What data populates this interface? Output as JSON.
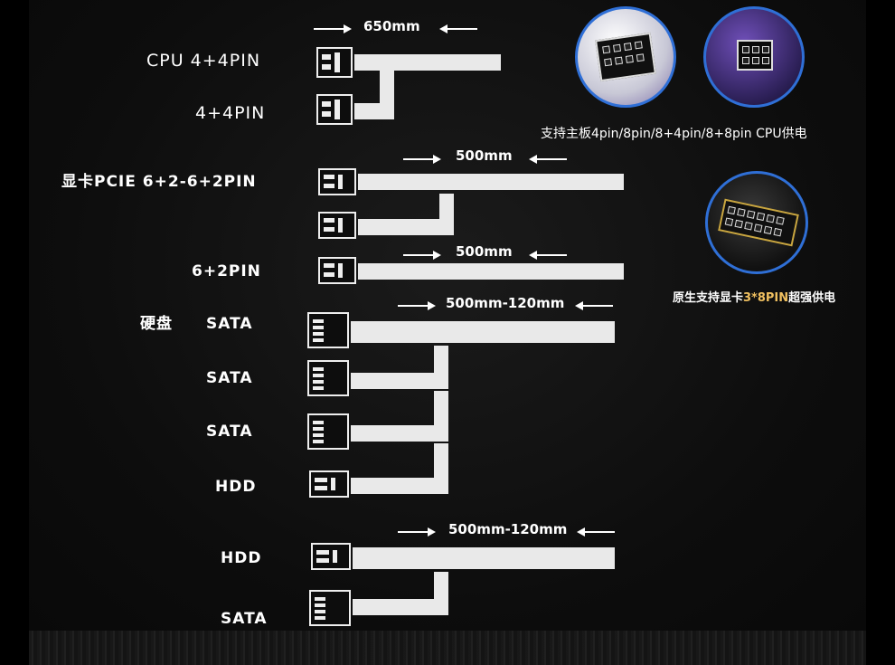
{
  "cpu": {
    "length": "650mm",
    "label1": "CPU 4+4PIN",
    "label2": "4+4PIN"
  },
  "gpu": {
    "label": "显卡PCIE 6+2-6+2PIN",
    "length1": "500mm",
    "length2": "500mm",
    "label2": "6+2PIN"
  },
  "drive1": {
    "group_label": "硬盘",
    "length": "500mm-120mm",
    "items": [
      "SATA",
      "SATA",
      "SATA",
      "HDD"
    ]
  },
  "drive2": {
    "length": "500mm-120mm",
    "items": [
      "HDD",
      "SATA"
    ]
  },
  "photos": {
    "caption_cpu": "支持主板4pin/8pin/8+4pin/8+8pin CPU供电",
    "caption_gpu_pre": "原生支持显卡",
    "caption_gpu_hl": "3*8PIN",
    "caption_gpu_post": "超强供电"
  },
  "colors": {
    "background": "#0b0b0b",
    "cable": "#e9e9e9",
    "ring": "#2f6fd6",
    "highlight": "#f0c060"
  }
}
